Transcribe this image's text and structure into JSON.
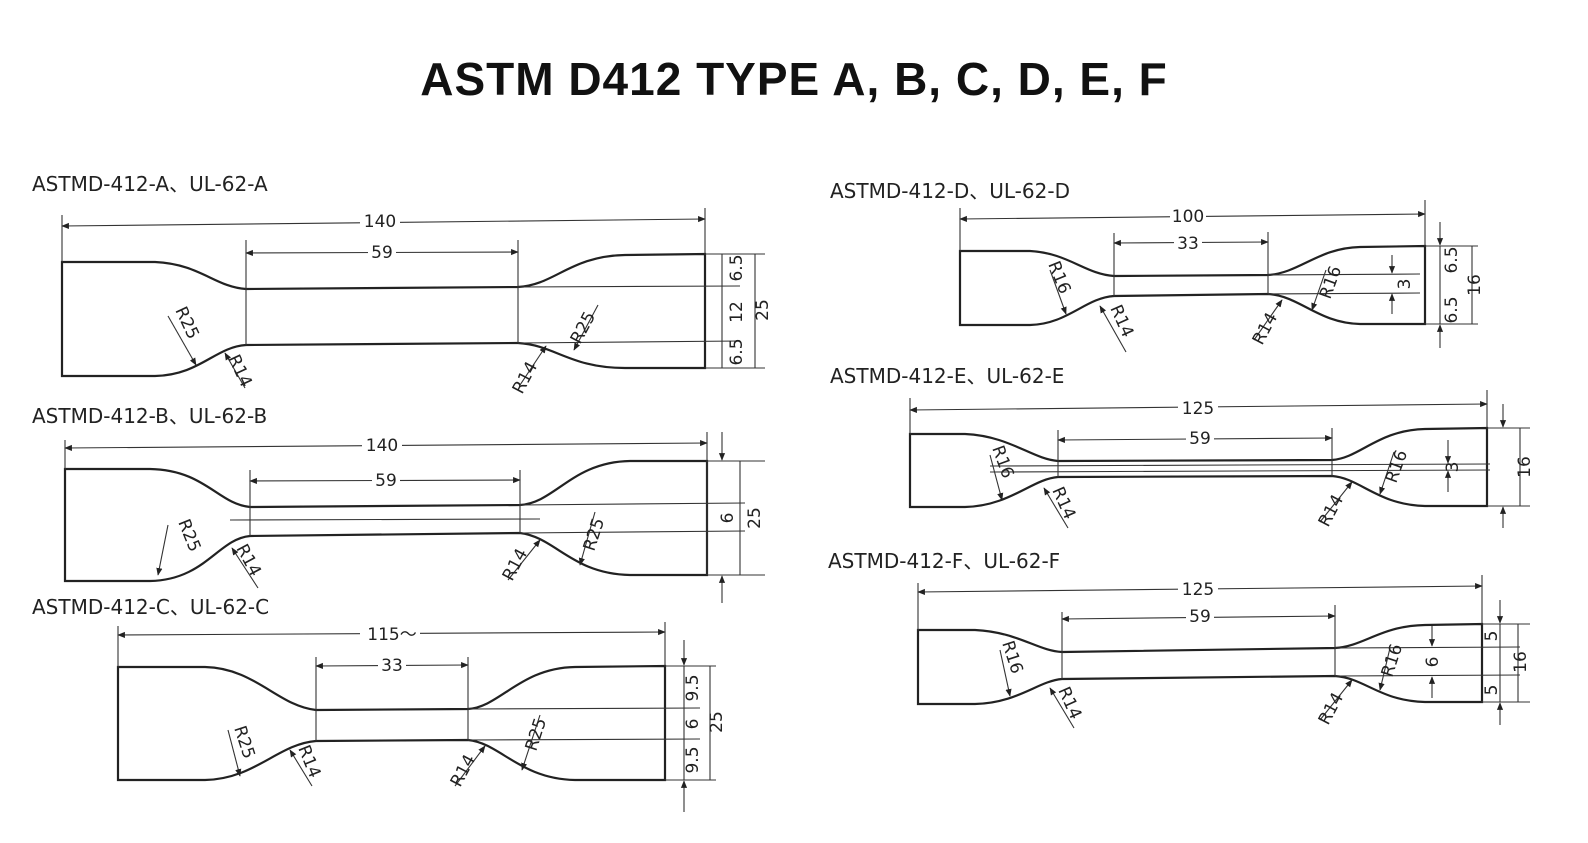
{
  "title": "ASTM D412 TYPE A, B, C, D, E, F",
  "specimens": {
    "a": {
      "label": "ASTMD-412-A、UL-62-A",
      "overall": "140",
      "gauge": "59",
      "r_outer_left": "R25",
      "r_inner_left": "R14",
      "r_inner_right": "R14",
      "r_outer_right": "R25",
      "w_top": "6.5",
      "w_mid": "12",
      "w_bot": "6.5",
      "w_total": "25"
    },
    "b": {
      "label": "ASTMD-412-B、UL-62-B",
      "overall": "140",
      "gauge": "59",
      "r_outer_left": "R25",
      "r_inner_left": "R14",
      "r_inner_right": "R14",
      "r_outer_right": "R25",
      "w_mid": "6",
      "w_total": "25"
    },
    "c": {
      "label": "ASTMD-412-C、UL-62-C",
      "overall": "115～",
      "gauge": "33",
      "r_outer_left": "R25",
      "r_inner_left": "R14",
      "r_inner_right": "R14",
      "r_outer_right": "R25",
      "w_top": "9.5",
      "w_mid": "6",
      "w_bot": "9.5",
      "w_total": "25"
    },
    "d": {
      "label": "ASTMD-412-D、UL-62-D",
      "overall": "100",
      "gauge": "33",
      "r_outer_left": "R16",
      "r_inner_left": "R14",
      "r_inner_right": "R14",
      "r_outer_right": "R16",
      "w_top": "6.5",
      "w_mid": "3",
      "w_bot": "6.5",
      "w_total": "16"
    },
    "e": {
      "label": "ASTMD-412-E、UL-62-E",
      "overall": "125",
      "gauge": "59",
      "r_outer_left": "R16",
      "r_inner_left": "R14",
      "r_inner_right": "R14",
      "r_outer_right": "R16",
      "w_mid": "3",
      "w_total": "16"
    },
    "f": {
      "label": "ASTMD-412-F、UL-62-F",
      "overall": "125",
      "gauge": "59",
      "r_outer_left": "R16",
      "r_inner_left": "R14",
      "r_inner_right": "R14",
      "r_outer_right": "R16",
      "w_top": "5",
      "w_mid": "6",
      "w_bot": "5",
      "w_total": "16"
    }
  }
}
